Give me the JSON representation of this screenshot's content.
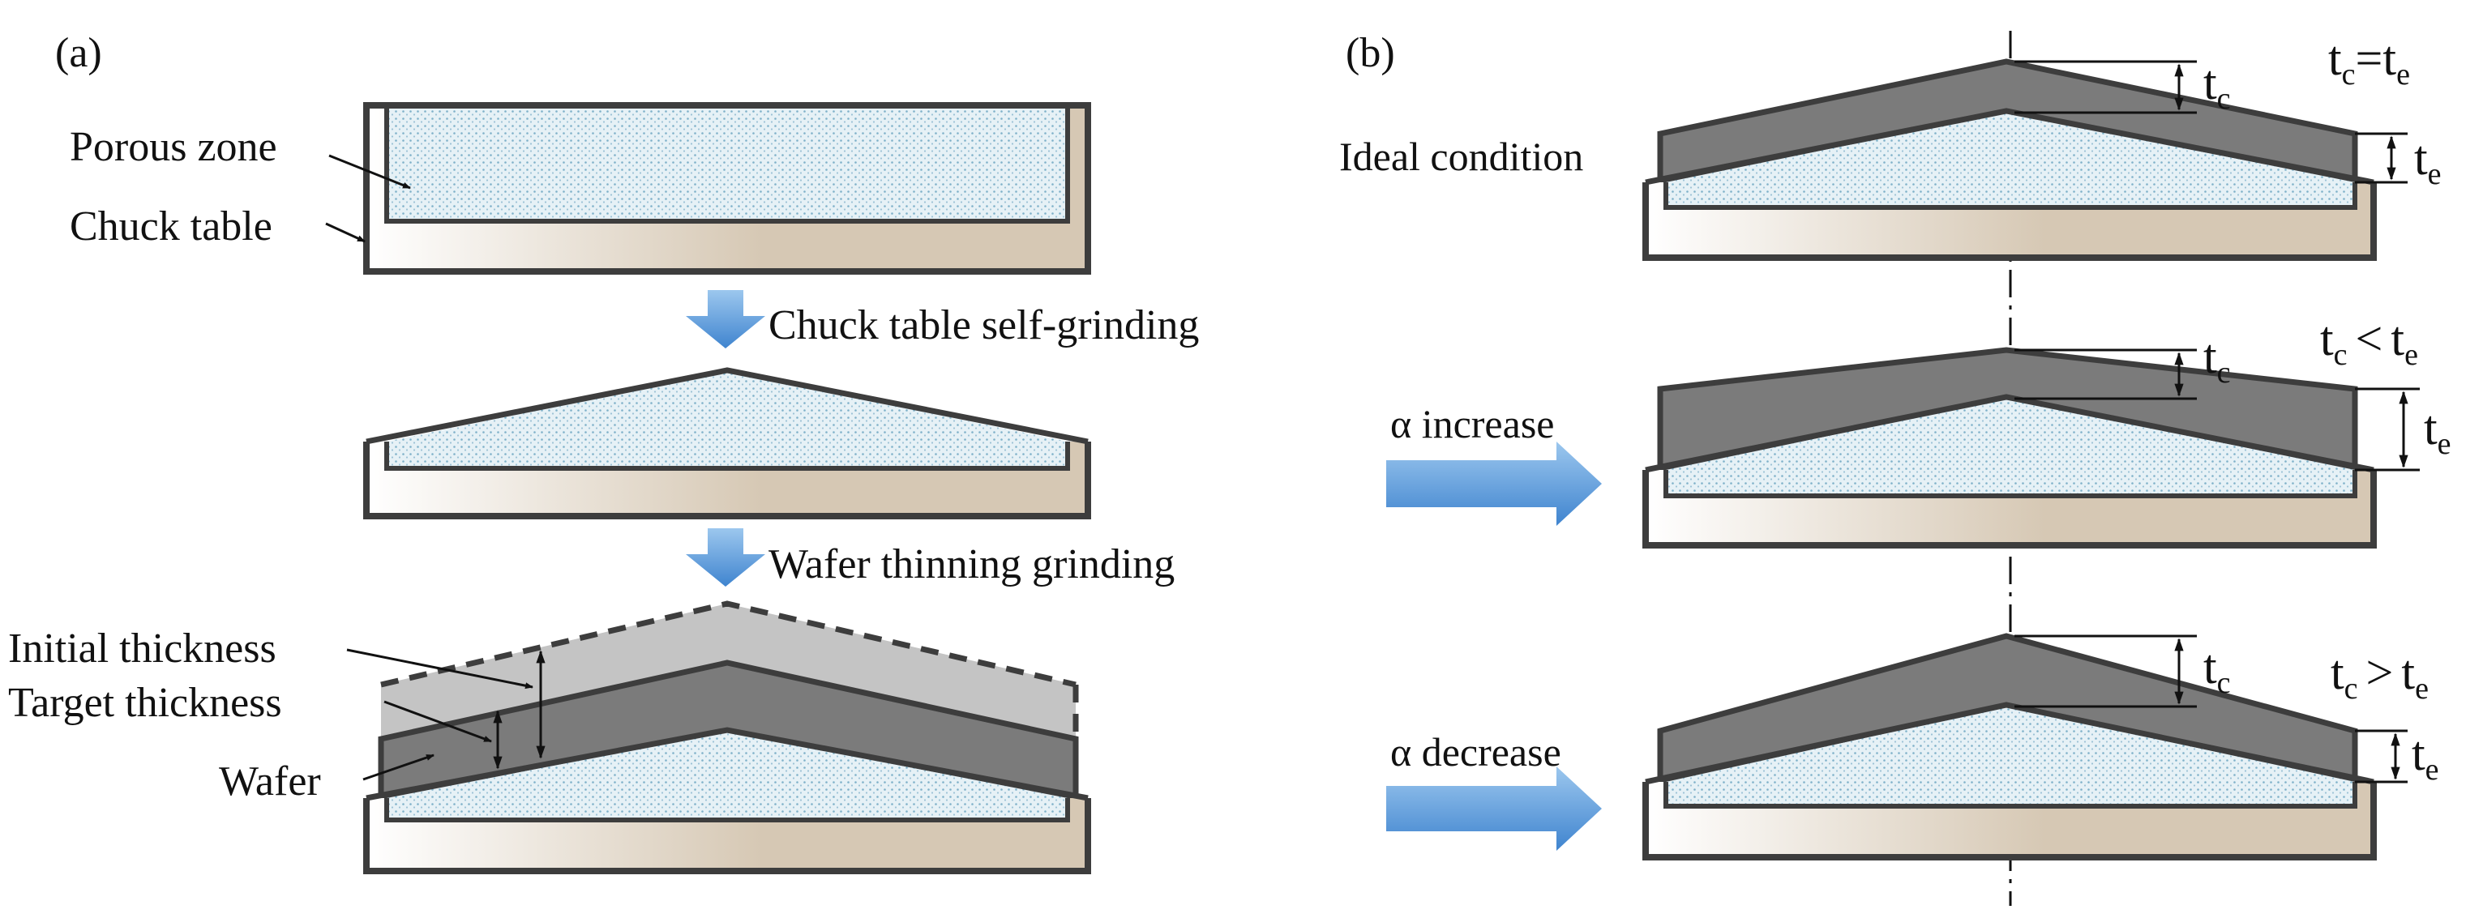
{
  "panels": {
    "a": {
      "label": "(a)",
      "porous_zone": "Porous zone",
      "chuck_table": "Chuck table",
      "step1": "Chuck table self-grinding",
      "step2": "Wafer thinning grinding",
      "initial_thickness": "Initial thickness",
      "target_thickness": "Target thickness",
      "wafer": "Wafer"
    },
    "b": {
      "label": "(b)",
      "ideal": "Ideal condition",
      "alpha_increase": "α increase",
      "alpha_decrease": "α decrease",
      "t": "t",
      "sub_c": "c",
      "sub_e": "e",
      "eq": "=",
      "lt": "<",
      "gt": ">"
    }
  },
  "colors": {
    "porous_fill": "#e6f1f6",
    "porous_dot": "#7fb1c9",
    "chuck_base": "#d6c8b4",
    "wafer_dark": "#7b7b7b",
    "wafer_light": "#c4c4c4",
    "outline": "#3d3d3d",
    "arrow_light": "#9cc7ee",
    "arrow_dark": "#3f84cf"
  },
  "icons": {
    "process_arrow": "down-arrow-icon",
    "alpha_arrow": "right-arrow-icon"
  }
}
